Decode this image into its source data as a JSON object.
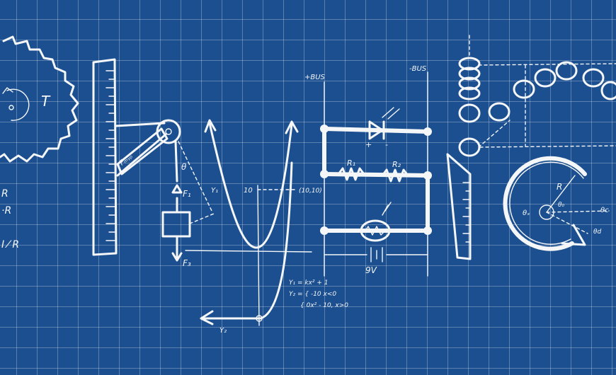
{
  "gear": {
    "label": "T"
  },
  "left_text": {
    "line1": "R",
    "line2": "·R",
    "line3": "I ⁄ R"
  },
  "lever": {
    "label": "Fₘᵧᵨ"
  },
  "pulley": {
    "theta": "θ",
    "f1": "F₁",
    "f3": "F₃"
  },
  "graph": {
    "y1": "Y₁",
    "ten": "10",
    "point": "(10,10)",
    "y2": "Y₂",
    "eq1": "Y₁ = kx² + 1",
    "eq2a": "Y₂ = { -10  x<0",
    "eq2b": "{ 0x² - 10, x>0"
  },
  "circuit": {
    "bus_plus": "+BUS",
    "bus_minus": "-BUS",
    "r1": "R₁",
    "r2": "R₂",
    "battery": "9V",
    "plus": "+",
    "minus": "-"
  },
  "circle": {
    "r": "R",
    "theta_x": "θₓ",
    "theta_o": "θ₀",
    "theta_c": "θc",
    "theta_d": "θd"
  }
}
